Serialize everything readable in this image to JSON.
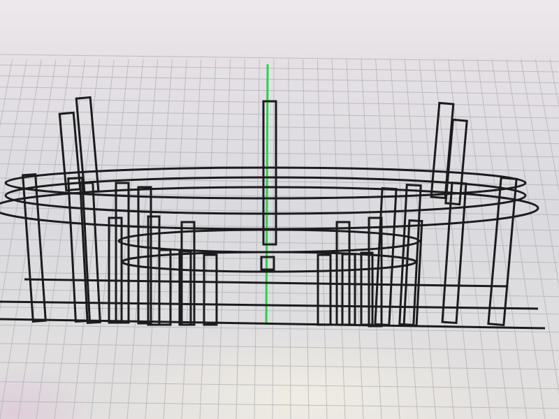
{
  "scene": {
    "subject": "wireframe-3d-model",
    "colors": {
      "screen_top": "#eae4e8",
      "screen_mid": "#dcdbe0",
      "screen_bottom": "#e2e0e0",
      "grid_line": "#a9aeb2",
      "wire": "#1b1b1d",
      "axis_line": "#27d34a"
    },
    "icons": [
      "viewport-grid",
      "green-axis",
      "wireframe-pillars",
      "wireframe-rings"
    ]
  }
}
